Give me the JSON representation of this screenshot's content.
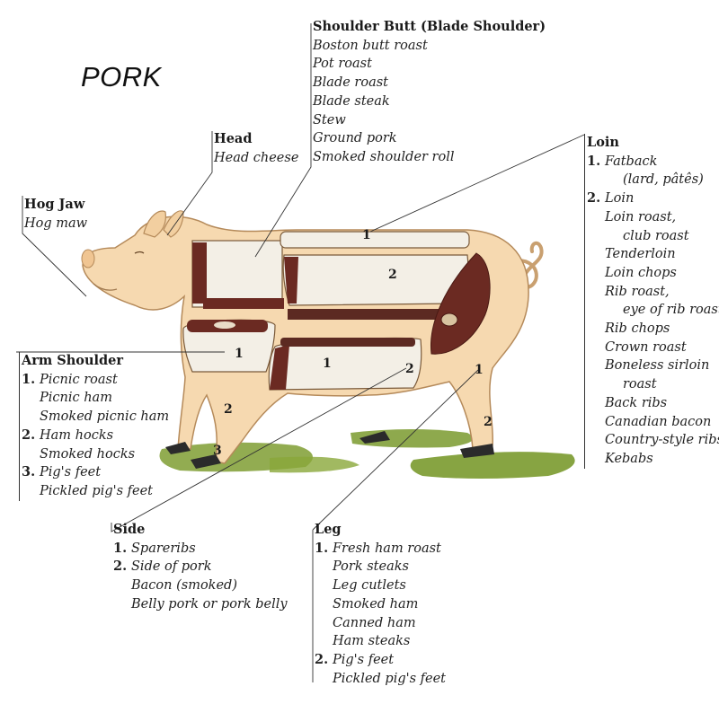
{
  "title": "PORK",
  "colors": {
    "skin": "#f6d9b0",
    "skin_outline": "#b58a5a",
    "meat": "#6b2a22",
    "fat": "#f3efe6",
    "grass": "#7a9a2e",
    "hoof": "#2b2b2b"
  },
  "shoulder_butt": {
    "heading": "Shoulder Butt (Blade Shoulder)",
    "items": [
      "Boston butt roast",
      "Pot roast",
      "Blade roast",
      "Blade steak",
      "Stew",
      "Ground pork",
      "Smoked shoulder roll"
    ]
  },
  "head": {
    "heading": "Head",
    "items": [
      "Head cheese"
    ]
  },
  "hog_jaw": {
    "heading": "Hog Jaw",
    "items": [
      "Hog maw"
    ]
  },
  "loin": {
    "heading": "Loin",
    "group1": {
      "num": "1.",
      "name": "Fatback",
      "sub": "(lard, pâtês)"
    },
    "group2": {
      "num": "2.",
      "name": "Loin",
      "items": [
        "Loin roast,",
        "club roast",
        "Tenderloin",
        "Loin chops",
        "Rib roast,",
        "eye of rib roast",
        "Rib chops",
        "Crown roast",
        "Boneless sirloin",
        "roast",
        "Back ribs",
        "Canadian bacon",
        "Country-style ribs",
        "Kebabs"
      ]
    }
  },
  "arm_shoulder": {
    "heading": "Arm Shoulder",
    "g1": {
      "num": "1.",
      "first": "Picnic roast",
      "rest": [
        "Picnic ham",
        "Smoked picnic ham"
      ]
    },
    "g2": {
      "num": "2.",
      "first": "Ham hocks",
      "rest": [
        "Smoked hocks"
      ]
    },
    "g3": {
      "num": "3.",
      "first": "Pig's feet",
      "rest": [
        "Pickled pig's feet"
      ]
    }
  },
  "side": {
    "heading": "Side",
    "g1": {
      "num": "1.",
      "first": "Spareribs"
    },
    "g2": {
      "num": "2.",
      "first": "Side of pork",
      "rest": [
        "Bacon (smoked)",
        "Belly pork or pork belly"
      ]
    }
  },
  "leg": {
    "heading": "Leg",
    "g1": {
      "num": "1.",
      "first": "Fresh ham roast",
      "rest": [
        "Pork steaks",
        "Leg cutlets",
        "Smoked ham",
        "Canned ham",
        "Ham steaks"
      ]
    },
    "g2": {
      "num": "2.",
      "first": "Pig's feet",
      "rest": [
        "Pickled pig's feet"
      ]
    }
  },
  "cut_labels": {
    "loin_fatback": "1",
    "loin_main": "2",
    "arm_picnic": "1",
    "arm_hock": "2",
    "arm_feet": "3",
    "side_spareribs": "1",
    "side_pork": "2",
    "leg_ham": "1",
    "leg_feet": "2"
  }
}
